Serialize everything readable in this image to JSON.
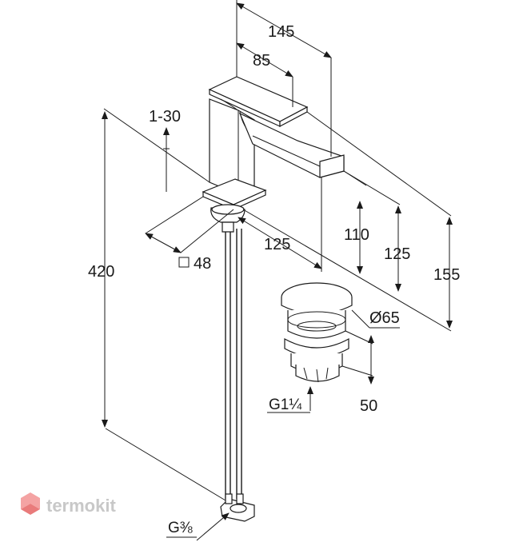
{
  "dimensions": {
    "d145": "145",
    "d85": "85",
    "d1_30": "1-30",
    "d420": "420",
    "d48": "48",
    "d125_horizontal": "125",
    "d110": "110",
    "d125_vertical": "125",
    "d155": "155",
    "d65": "Ø65",
    "g1_1_4": "G1¼",
    "d50": "50",
    "g3_8": "G⅜"
  },
  "watermark": {
    "text": "termokit",
    "colors": {
      "logo_top": "#f4a3a3",
      "logo_bottom": "#e97b7b",
      "text": "#c8c8c8"
    }
  }
}
